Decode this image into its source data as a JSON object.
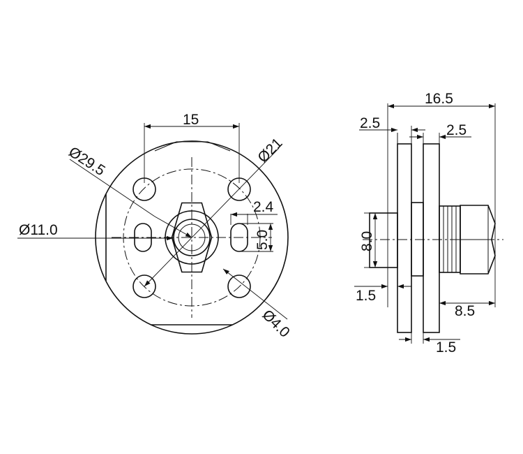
{
  "front_view": {
    "dims": {
      "d_outer": "Ø29.5",
      "d_pcd": "Ø21",
      "d_nut": "Ø11.0",
      "hole_span": "15",
      "d_hole": "Ø4.0",
      "slot_w": "2.4",
      "slot_h": "5.0"
    }
  },
  "side_view": {
    "dims": {
      "total_len": "16.5",
      "flange_left": "2.5",
      "flange_right": "2.5",
      "thread_d": "8.0",
      "step_left": "1.5",
      "nut_len": "8.5",
      "gap": "1.5"
    }
  },
  "colors": {
    "line": "#111111",
    "background": "#ffffff"
  }
}
